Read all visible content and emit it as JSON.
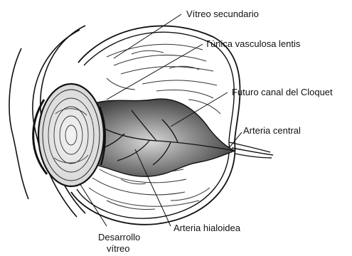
{
  "labels": {
    "vitreo_secundario": "Vítreo secundario",
    "tunica_vasculosa": "Túnica vasculosa lentis",
    "futuro_canal": "Futuro canal del Cloquet",
    "arteria_central": "Arteria central",
    "arteria_hialoidea": "Arteria hialoidea",
    "desarrollo_line1": "Desarrollo",
    "desarrollo_line2": "vítreo"
  },
  "colors": {
    "ink": "#111111",
    "cone_dark": "#3a3a3a",
    "cone_mid": "#7a7a7a",
    "cone_light": "#d6d6d6",
    "lens_fill": "#e9e9e9",
    "background": "#ffffff"
  }
}
